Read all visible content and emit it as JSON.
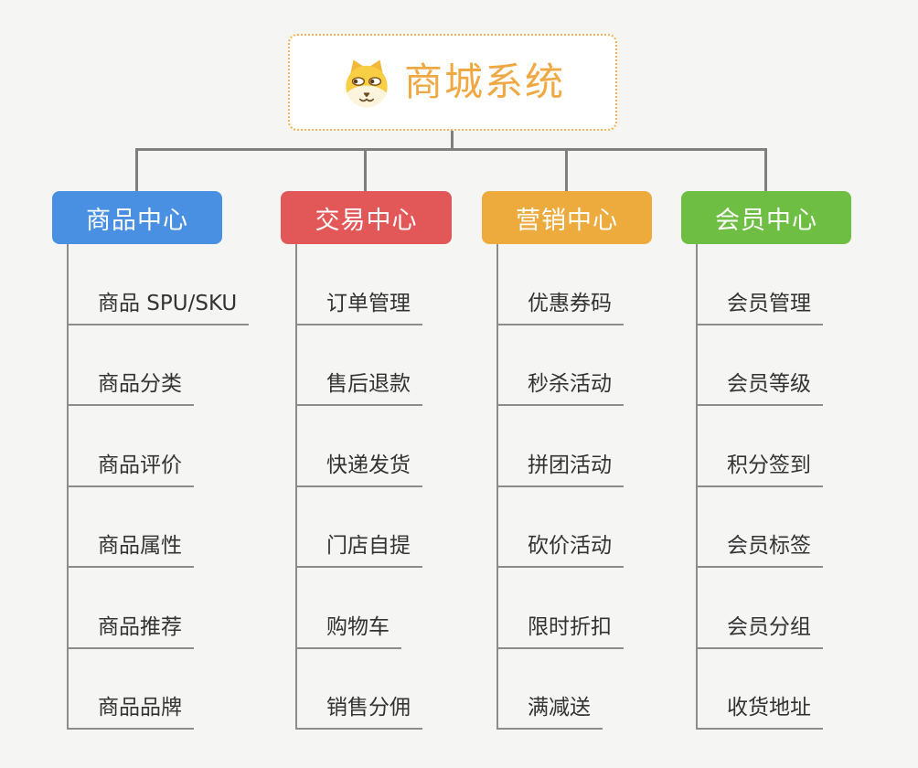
{
  "root": {
    "title": "商城系统",
    "icon": "dog-face-icon"
  },
  "branches": [
    {
      "label": "商品中心",
      "color": "#4a90e2",
      "children": [
        "商品 SPU/SKU",
        "商品分类",
        "商品评价",
        "商品属性",
        "商品推荐",
        "商品品牌"
      ]
    },
    {
      "label": "交易中心",
      "color": "#e25858",
      "children": [
        "订单管理",
        "售后退款",
        "快递发货",
        "门店自提",
        "购物车",
        "销售分佣"
      ]
    },
    {
      "label": "营销中心",
      "color": "#ecab3c",
      "children": [
        "优惠券码",
        "秒杀活动",
        "拼团活动",
        "砍价活动",
        "限时折扣",
        "满减送"
      ]
    },
    {
      "label": "会员中心",
      "color": "#6fbe44",
      "children": [
        "会员管理",
        "会员等级",
        "积分签到",
        "会员标签",
        "会员分组",
        "收货地址"
      ]
    }
  ],
  "colors": {
    "background": "#f5f5f4",
    "root_border": "#f3b24a",
    "root_text": "#f0a843",
    "connector": "#7f7f7f",
    "child_line": "#8c8c8c",
    "child_text": "#333333"
  }
}
